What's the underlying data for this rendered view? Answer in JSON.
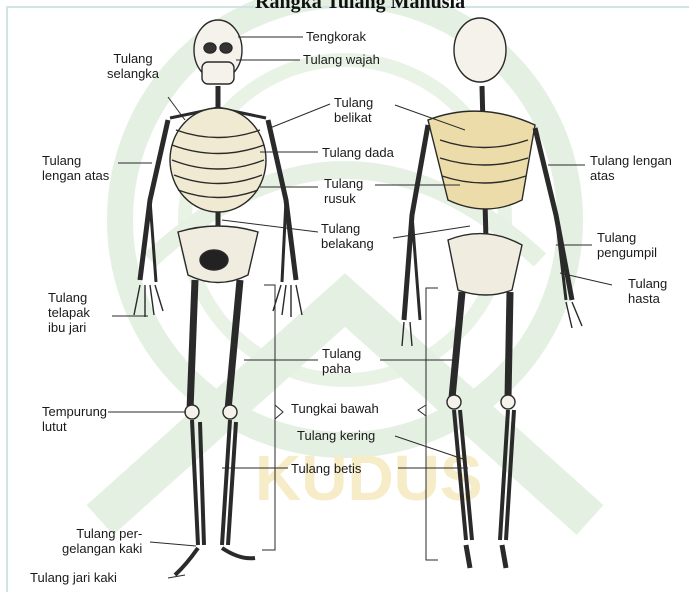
{
  "title_fragment": "Rangka Tulang Manusia",
  "labels": {
    "tengkorak": "Tengkorak",
    "wajah": "Tulang wajah",
    "selangka": "Tulang\nselangka",
    "belikat": "Tulang\nbelikat",
    "dada": "Tulang dada",
    "lengan_atas_left": "Tulang\nlengan atas",
    "rusuk": "Tulang\nrusuk",
    "lengan_atas_right": "Tulang lengan\natas",
    "belakang": "Tulang\nbelakang",
    "pengumpil": "Tulang\npengumpil",
    "telapak": "Tulang\ntelapak\nibu jari",
    "hasta": "Tulang\nhasta",
    "paha": "Tulang\npaha",
    "tempurung": "Tempurung\nlutut",
    "tungkai": "Tungkai bawah",
    "kering": "Tulang kering",
    "betis": "Tulang betis",
    "pergelangan": "Tulang per-\ngelangan kaki",
    "jari_kaki": "Tulang jari kaki"
  },
  "colors": {
    "bone": "#f4f2ea",
    "outline": "#2a2a2a",
    "rib_shade": "#e8d9a8",
    "frame": "#cfe5e3",
    "watermark": "#dfeedd"
  }
}
